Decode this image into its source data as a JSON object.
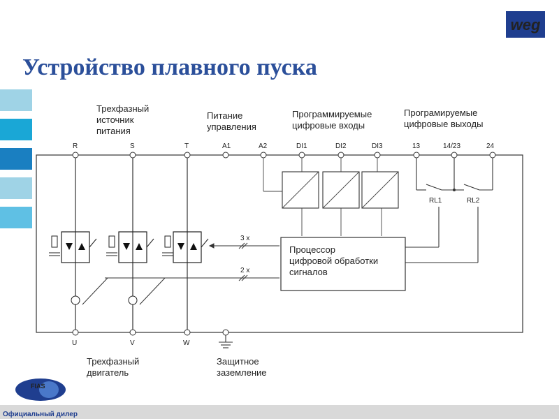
{
  "header": {
    "title": "Устройство плавного пуска",
    "logo_text": "weg",
    "accent_color": "#2b4f9a"
  },
  "side_bars": {
    "colors": [
      "#9fd3e6",
      "#1aa7d6",
      "#1a7fc1",
      "#9fd3e6",
      "#5fc0e4"
    ]
  },
  "diagram": {
    "labels": {
      "supply": [
        "Трехфазный",
        "источник",
        "питания"
      ],
      "control_power": [
        "Питание",
        "управления"
      ],
      "digital_inputs": [
        "Программируемые",
        "цифровые входы"
      ],
      "digital_outputs": [
        "Програмируемые",
        "цифровые выходы"
      ],
      "motor": [
        "Трехфазный",
        "двигатель"
      ],
      "ground": [
        "Защитное",
        "заземление"
      ],
      "processor": [
        "Процессор",
        "цифровой обработки",
        "сигналов"
      ]
    },
    "top_terminals": [
      "R",
      "S",
      "T",
      "A1",
      "A2",
      "DI1",
      "DI2",
      "DI3",
      "13",
      "14/23",
      "24"
    ],
    "bottom_terminals": [
      "U",
      "V",
      "W"
    ],
    "relays": [
      "RL1",
      "RL2"
    ],
    "bus_labels": [
      "3 x",
      "2 x"
    ]
  },
  "footer": {
    "dealer_text": "Официальный дилер",
    "fias_logo_text": "FIAS"
  }
}
